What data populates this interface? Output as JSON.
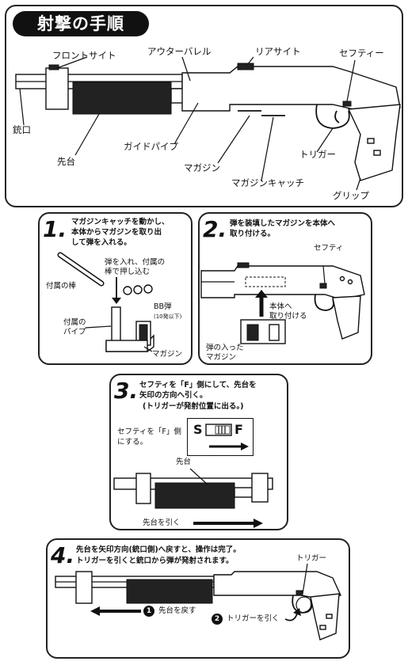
{
  "title": "射撃の手順",
  "overview": {
    "labels": {
      "front_sight": "フロントサイト",
      "outer_barrel": "アウターバレル",
      "rear_sight": "リアサイト",
      "safety": "セフティー",
      "muzzle": "銃口",
      "forend": "先台",
      "guide_pipe": "ガイドパイプ",
      "trigger": "トリガー",
      "magazine": "マガジン",
      "magazine_catch": "マガジンキャッチ",
      "grip": "グリップ"
    }
  },
  "step1": {
    "number": "1.",
    "text_l1": "マガジンキャッチを動かし、",
    "text_l2": "本体からマガジンを取り出",
    "text_l3": "して弾を入れる。",
    "rod_label": "付属の棒",
    "insert_l1": "弾を入れ、付属の",
    "insert_l2": "棒で押し込む",
    "bb_label": "BB弾",
    "bb_note": "(10発以下)",
    "pipe_l1": "付属の",
    "pipe_l2": "パイプ",
    "magazine_label": "マガジン"
  },
  "step2": {
    "number": "2.",
    "text_l1": "弾を装填したマガジンを本体へ",
    "text_l2": "取り付ける。",
    "safety_label": "セフティ",
    "attach_l1": "本体へ",
    "attach_l2": "取り付ける",
    "loaded_l1": "弾の入った",
    "loaded_l2": "マガジン"
  },
  "step3": {
    "number": "3.",
    "text_l1": "セフティを「F」側にして、先台を",
    "text_l2": "矢印の方向へ引く。",
    "text_l3": "(トリガーが発射位置に出る。)",
    "safety_l1": "セフティを「F」側",
    "safety_l2": "にする。",
    "s_mark": "S",
    "f_mark": "F",
    "forend_label": "先台",
    "pull_label": "先台を引く"
  },
  "step4": {
    "number": "4.",
    "text_l1": "先台を矢印方向(銃口側)へ戻すと、操作は完了。",
    "text_l2": "トリガーを引くと銃口から弾が発射されます。",
    "trigger_label": "トリガー",
    "circle1": "1",
    "return_label": "先台を戻す",
    "circle2": "2",
    "pull_trigger_label": "トリガーを引く"
  }
}
